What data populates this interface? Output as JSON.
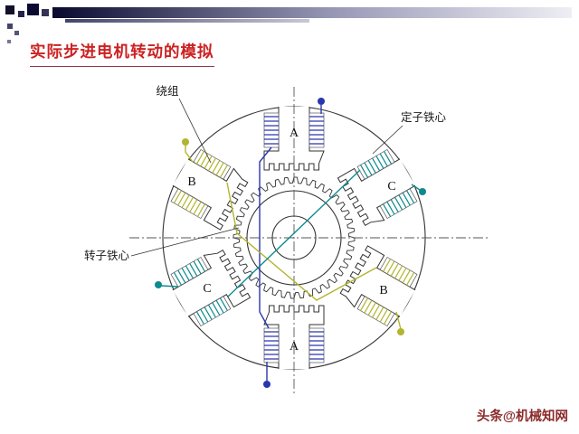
{
  "header": {
    "title": "实际步进电机转动的模拟"
  },
  "colors": {
    "title": "#cc2222",
    "title_underline": "#8b3a4a",
    "phase_a": "#2a35b0",
    "phase_b": "#b3b52e",
    "phase_c": "#0d8a8f",
    "accent_bar_dark": "#0a0a30",
    "watermark": "#8b2b2b"
  },
  "diagram": {
    "labels": {
      "winding": "绕组",
      "stator_core": "定子铁心",
      "rotor_core": "转子铁心"
    },
    "pole_labels": [
      "A",
      "C",
      "B",
      "A",
      "C",
      "B"
    ],
    "rotor": {
      "teeth": 40
    }
  },
  "footer": {
    "watermark": "头条@机械知网"
  }
}
